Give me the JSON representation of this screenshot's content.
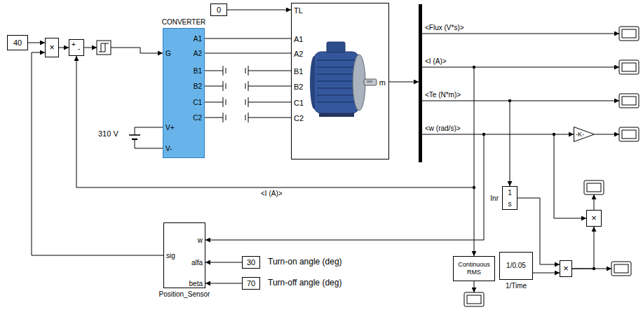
{
  "diagram": {
    "nodes": [
      {
        "text": [
          "40"
        ]
      },
      {
        "text": [
          "×"
        ]
      },
      {
        "text": [
          "+",
          "-"
        ]
      },
      {
        "text": [
          "CONVERTER",
          "G",
          "V+",
          "V-",
          "A1",
          "A2",
          "B1",
          "B2",
          "C1",
          "C2"
        ]
      },
      {
        "text": [
          "0"
        ]
      },
      {
        "text": [
          "TL",
          "A1",
          "A2",
          "B1",
          "B2",
          "C1",
          "C2",
          "m"
        ]
      },
      {
        "text": [
          "-K-"
        ]
      },
      {
        "text": [
          "sig",
          "w",
          "alfa",
          "beta",
          "Position_Sensor"
        ]
      },
      {
        "text": [
          "30"
        ]
      },
      {
        "text": [
          "70"
        ]
      },
      {
        "text": [
          "Continuous RMS"
        ]
      },
      {
        "text": [
          "Inr",
          "1",
          "s"
        ]
      },
      {
        "text": [
          "1/0.05",
          "1/Time"
        ]
      },
      {
        "text": [
          "×"
        ]
      },
      {
        "text": [
          "×"
        ]
      }
    ],
    "edges": [
      {
        "from": 0,
        "to": 1,
        "arrow": "to"
      },
      {
        "from": 7,
        "to": 1,
        "arrow": "to"
      },
      {
        "from": 1,
        "to": 2,
        "arrow": "to"
      },
      {
        "from": 8,
        "to": 7,
        "arrow": "to"
      },
      {
        "from": 9,
        "to": 7,
        "arrow": "to"
      },
      {
        "from": 4,
        "to": 5,
        "arrow": "to"
      },
      {
        "from": 3,
        "to": 5,
        "arrow": "none"
      },
      {
        "from": 3,
        "to": 5,
        "arrow": "none"
      },
      {
        "from": 11,
        "to": 13,
        "arrow": "to"
      },
      {
        "from": 12,
        "to": 13,
        "arrow": "to"
      },
      {
        "from": 13,
        "to": 14,
        "arrow": "to"
      }
    ],
    "labels": [
      "310 V",
      "<Flux (V*s)>",
      "<I (A)>",
      "<Te (N*m)>",
      "<w (rad/s)>",
      "<I (A)>",
      "Turn-on angle (deg)",
      "Turn-off angle (deg)"
    ]
  }
}
